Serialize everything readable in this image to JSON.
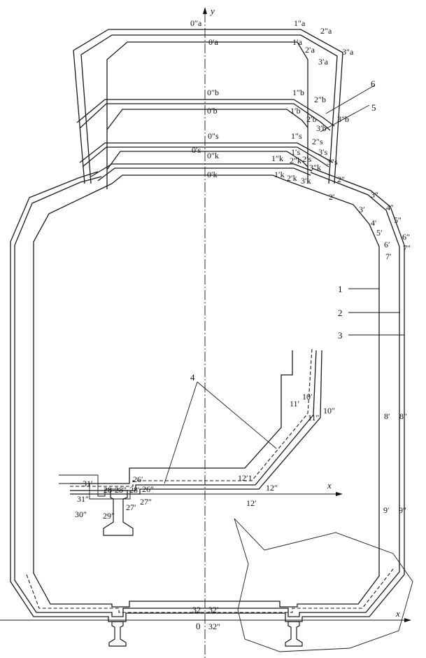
{
  "axes": {
    "x_label": "x",
    "y_label": "y",
    "origin_label": "0"
  },
  "callouts": {
    "c1": "1",
    "c2": "2",
    "c3": "3",
    "c4": "4",
    "c5": "5",
    "c6": "6"
  },
  "points": {
    "p0a2": "0″a",
    "p0a1": "0′a",
    "p1a2": "1″a",
    "p1a1": "1′a",
    "p2a2": "2″a",
    "p2a1": "2′a",
    "p3a2": "3″a",
    "p3a1": "3′a",
    "p0b2": "0″b",
    "p0b1": "0′b",
    "p1b2": "1″b",
    "p1b1": "1′b",
    "p2b2": "2″b",
    "p2b1": "2′b",
    "p3b2": "3″b",
    "p3b1": "3′b",
    "p0s2": "0″s",
    "p0s1": "0′s",
    "p1s2": "1″s",
    "p1s1": "1′s",
    "p2s2": "2″s",
    "p2s1": "2′s",
    "p3s2": "3″s",
    "p3s1": "3′s",
    "p0k2": "0″k",
    "p0k1": "0′k",
    "p1k2": "1″k",
    "p1k1": "1′k",
    "p2k2": "2″k",
    "p2k1": "2′k",
    "p3k2": "3″k",
    "p3k1": "3′k",
    "r2": "2″",
    "r2p": "2′",
    "r3": "3″",
    "r3p": "3′",
    "r4": "4″",
    "r4p": "4′",
    "r5": "5″",
    "r5p": "5′",
    "r6": "6″",
    "r6p": "6′",
    "r7": "7″",
    "r7p": "7′",
    "r8p": "8′",
    "r8": "8″",
    "r9p": "9′",
    "r9": "9″",
    "r10p": "10′",
    "r10": "10″",
    "r11p": "11′",
    "r11": "11″",
    "r121": "12′1",
    "r12": "12″",
    "r12p": "12′",
    "r26p": "26′",
    "r26": "26″",
    "r27p": "27′",
    "r27": "27″",
    "r28": "28″",
    "r28p": "28′",
    "r28b": "28",
    "r29": "29″",
    "r30": "30″",
    "r31p": "31′",
    "r31": "31″",
    "r32p": "32′",
    "r32b": "32",
    "r32": "32″"
  }
}
